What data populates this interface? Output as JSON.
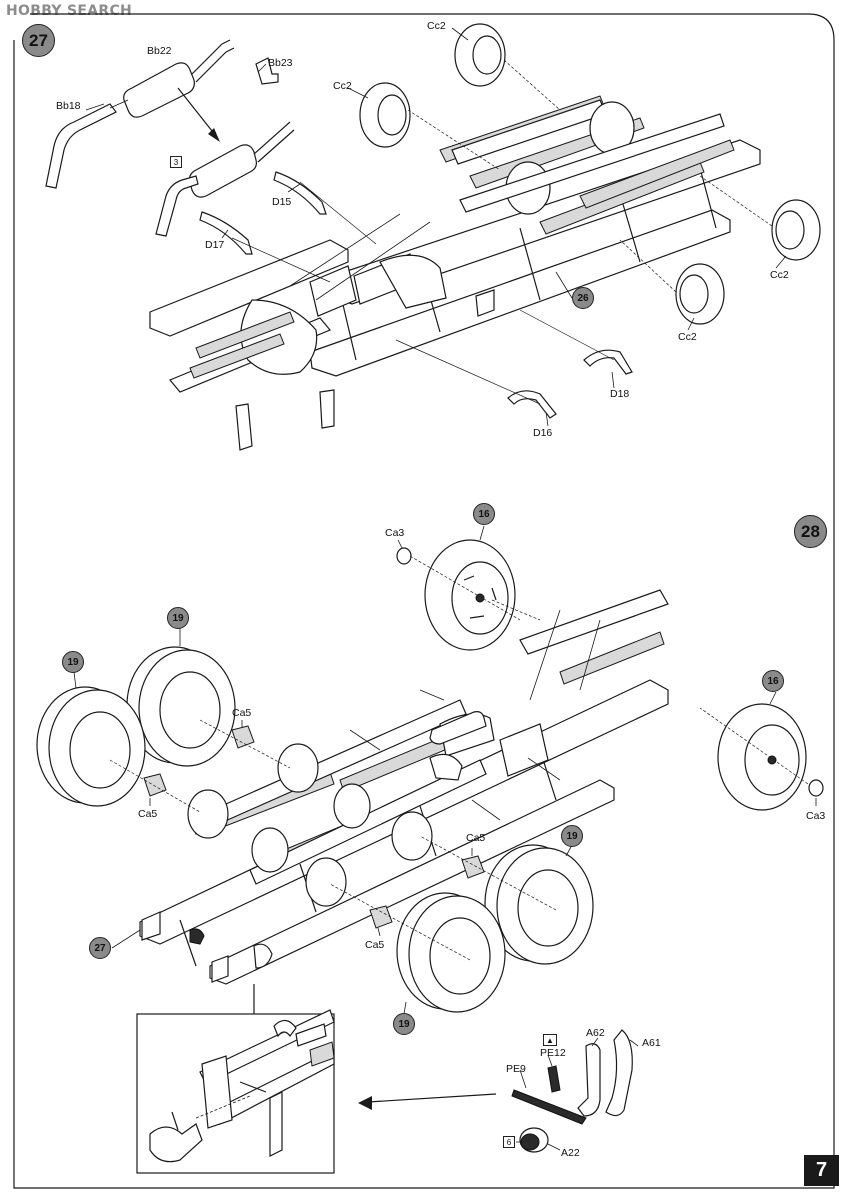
{
  "watermark": "HOBBY SEARCH",
  "page_number": "7",
  "steps": {
    "step_a": "27",
    "step_b": "28"
  },
  "step27_labels": {
    "bb22": "Bb22",
    "bb23": "Bb23",
    "bb18": "Bb18",
    "cc2_top": "Cc2",
    "cc2_left": "Cc2",
    "cc2_right": "Cc2",
    "cc2_bottom": "Cc2",
    "d15": "D15",
    "d17": "D17",
    "d18": "D18",
    "d16": "D16",
    "ref_box": "3",
    "ref_circle": "26"
  },
  "step28_labels": {
    "ca3_top": "Ca3",
    "ca3_right": "Ca3",
    "ca5_a": "Ca5",
    "ca5_b": "Ca5",
    "ca5_c": "Ca5",
    "ca5_d": "Ca5",
    "ref16_top": "16",
    "ref16_right": "16",
    "ref19_a": "19",
    "ref19_b": "19",
    "ref19_c": "19",
    "ref19_d": "19",
    "ref27": "27"
  },
  "detail_labels": {
    "pe12": "PE12",
    "pe9": "PE9",
    "a62": "A62",
    "a61": "A61",
    "a22": "A22",
    "ref_box": "6"
  },
  "icons": [
    "photo-etch-icon"
  ],
  "colors": {
    "ink": "#1a1a1a",
    "step_circle": "#8a8a8a",
    "page_tab": "#1a1a1a"
  }
}
